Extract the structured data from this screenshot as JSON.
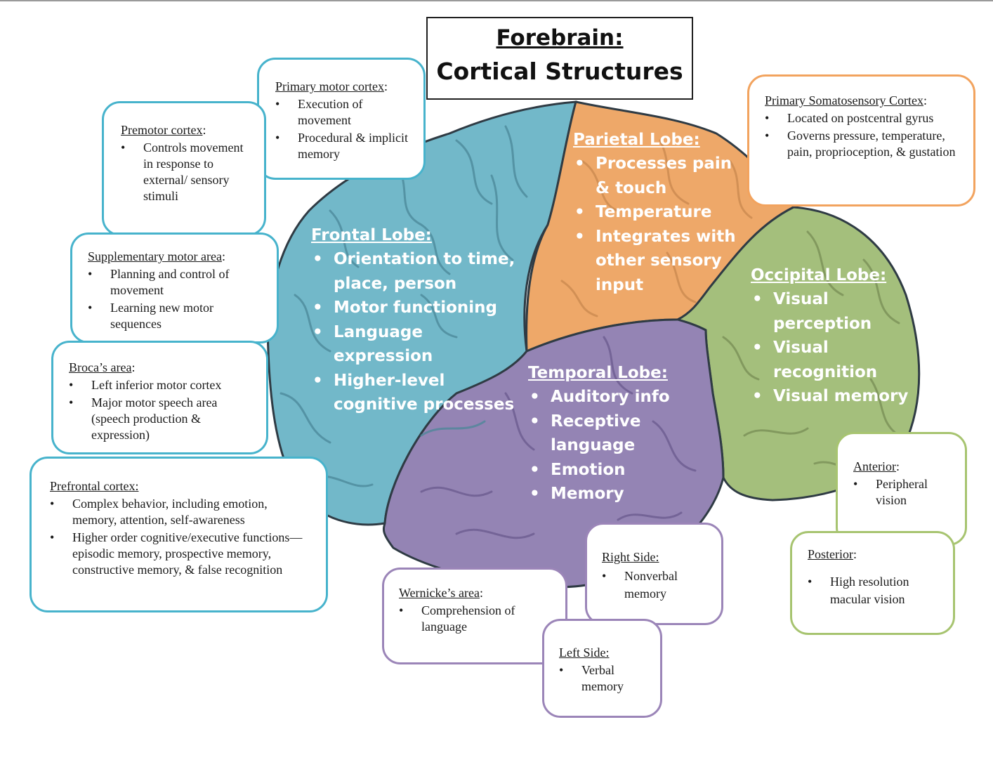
{
  "title": {
    "line1": "Forebrain:",
    "line2": "Cortical Structures"
  },
  "colors": {
    "frontal": "#72b8c9",
    "parietal": "#eea869",
    "occipital": "#a4bf7c",
    "temporal": "#9484b4",
    "blue_border": "#47b3cc",
    "orange_border": "#f2a35e",
    "purple_border": "#9b85b8",
    "green_border": "#a7c470"
  },
  "lobes": {
    "frontal": {
      "title": "Frontal Lobe:",
      "items": [
        "Orientation to time, place, person",
        "Motor functioning",
        "Language expression",
        "Higher-level cognitive processes"
      ]
    },
    "parietal": {
      "title": "Parietal Lobe:",
      "items": [
        "Processes pain & touch",
        "Temperature",
        "Integrates with other sensory input"
      ]
    },
    "occipital": {
      "title": "Occipital Lobe:",
      "items": [
        "Visual perception",
        "Visual recognition",
        "Visual memory"
      ]
    },
    "temporal": {
      "title": "Temporal Lobe:",
      "items": [
        "Auditory info",
        "Receptive language",
        "Emotion",
        "Memory"
      ]
    }
  },
  "cards": {
    "primary_motor": {
      "title": "Primary motor cortex",
      "colon": ":",
      "items": [
        "Execution of movement",
        "Procedural & implicit memory"
      ]
    },
    "premotor": {
      "title": "Premotor cortex",
      "colon": ":",
      "items": [
        "Controls movement in response to external/ sensory stimuli"
      ]
    },
    "supplementary": {
      "title": "Supplementary motor area",
      "colon": ":",
      "items": [
        "Planning and control of movement",
        "Learning new motor sequences"
      ]
    },
    "broca": {
      "title": "Broca’s area",
      "colon": ":",
      "items": [
        "Left inferior motor cortex",
        "Major motor speech area (speech production & expression)"
      ]
    },
    "prefrontal": {
      "title": "Prefrontal cortex:",
      "colon": "",
      "items": [
        "Complex behavior, including emotion, memory, attention, self-awareness",
        "Higher order cognitive/executive functions—episodic memory, prospective memory, constructive memory, & false recognition"
      ]
    },
    "somatosensory": {
      "title": "Primary Somatosensory Cortex",
      "colon": ":",
      "items": [
        "Located on postcentral gyrus",
        "Governs pressure, temperature, pain, proprioception, & gustation"
      ]
    },
    "wernicke": {
      "title": "Wernicke’s area",
      "colon": ":",
      "items": [
        "Comprehension of language"
      ]
    },
    "right_side": {
      "title": "Right Side:",
      "colon": "",
      "items": [
        "Nonverbal memory"
      ]
    },
    "left_side": {
      "title": "Left Side:",
      "colon": "",
      "items": [
        "Verbal memory"
      ]
    },
    "anterior": {
      "title": "Anterior",
      "colon": ":",
      "items": [
        "Peripheral vision"
      ]
    },
    "posterior": {
      "title": "Posterior",
      "colon": ":",
      "items": [
        "High resolution macular vision"
      ]
    }
  }
}
